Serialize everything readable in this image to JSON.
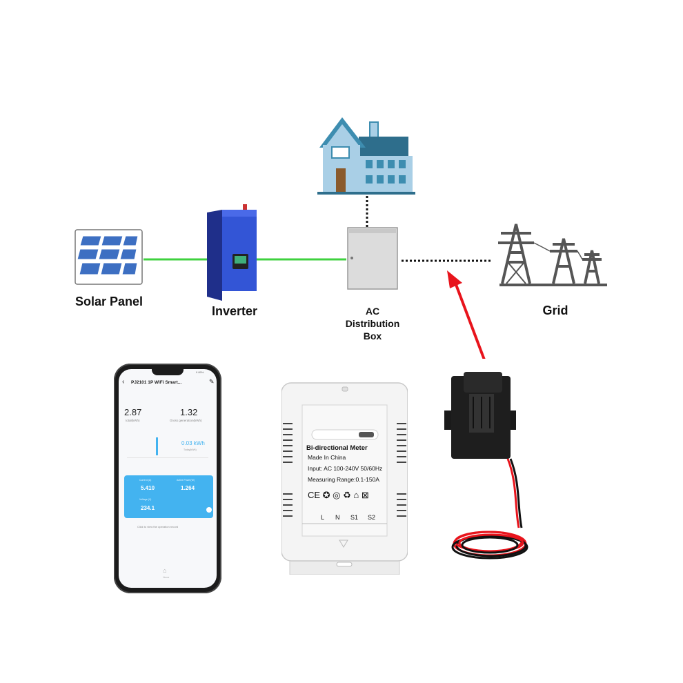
{
  "labels": {
    "solar_panel": "Solar Panel",
    "inverter": "Inverter",
    "ac_box_line1": "AC",
    "ac_box_line2": "Distribution",
    "ac_box_line3": "Box",
    "grid": "Grid"
  },
  "phone": {
    "title": "PJ2101 1P WiFi Smart...",
    "status_right": "9 89%",
    "stat1_value": "2.87",
    "stat1_label": "total(kWh)",
    "stat2_value": "1.32",
    "stat2_label": "Gross generation(kWh)",
    "live_value": "0.03 kWh",
    "live_caption": "Today(kWh)",
    "card_label1": "Current (A)",
    "card_value1": "5.410",
    "card_label2": "Active Power(W)",
    "card_value2": "1.264",
    "card_label3": "Voltage (V)",
    "card_value3": "234.1",
    "footer_text": "Click to view the operation record",
    "bottom_label": "Home"
  },
  "meter": {
    "title": "Bi-directional Meter",
    "line1": "Made In China",
    "line2": "Input: AC 100-240V 50/60Hz",
    "line3": "Measuring Range:0.1-150A",
    "terminals": [
      "L",
      "N",
      "S1",
      "S2"
    ]
  },
  "colors": {
    "green_wire": "#3fd13f",
    "arrow_red": "#e8141c",
    "inverter_blue": "#3355d6",
    "house_roof": "#3d8db0",
    "house_wall": "#a9cfe6",
    "tower_gray": "#555555",
    "app_accent": "#43b3f0"
  }
}
